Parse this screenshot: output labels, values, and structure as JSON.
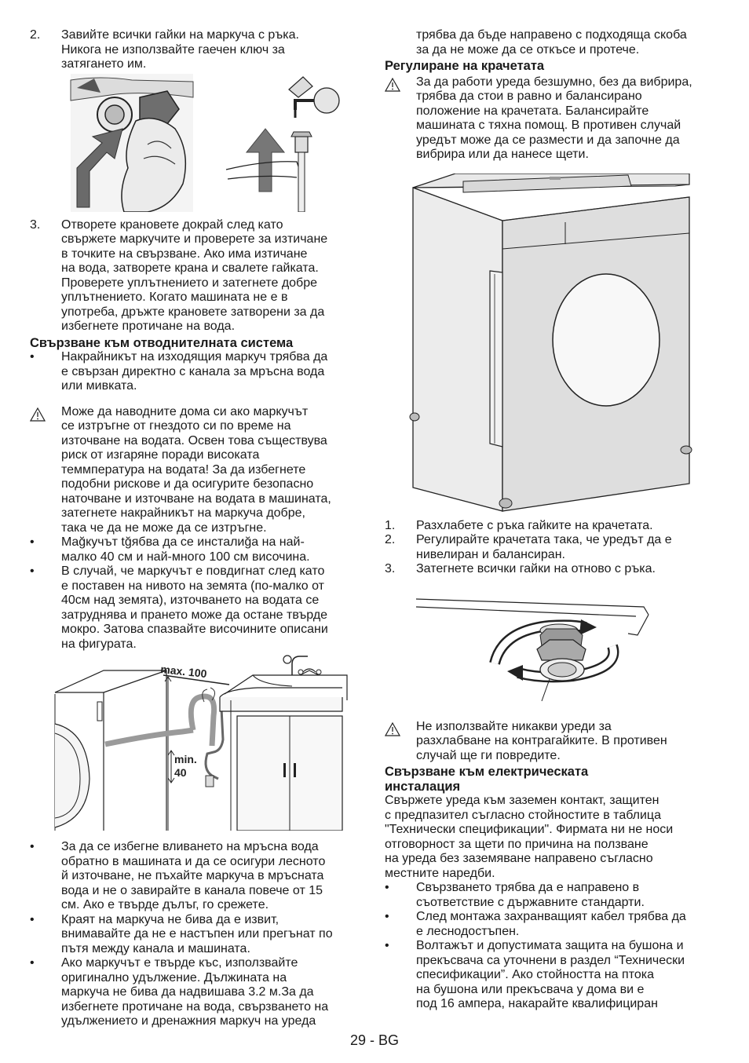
{
  "left": {
    "step2": {
      "num": "2.",
      "lines": [
        "Завийте всички гайки на маркуча с ръка.",
        "Никога не използвайте гаечен ключ за",
        "затягането им."
      ]
    },
    "step3": {
      "num": "3.",
      "lines": [
        "Отворете крановете докрай след като",
        "свържете маркучите и проверете за изтичане",
        "в точките на свързване. Ако има изтичане",
        "на вода, затворете крана и свалете гайката.",
        "Проверете уплътнението и затегнете добре",
        "уплътнението. Когато машината не е в",
        "употреба, дръжте крановете затворени за да",
        "избегнете протичане на вода."
      ]
    },
    "drain_heading": "Свързване към отводнителната система",
    "bullet_mark": "•",
    "bullet1": [
      "Накрайникът на изходящия маркуч трябва да",
      "е свързан директно с канала за мръсна вода",
      "или мивката."
    ],
    "warning1": [
      "Може да наводните дома си ако маркучът",
      "се изтръгне от гнездото си по време на",
      "източване на водата. Освен това съществува",
      "риск от изгаряне поради високата",
      "теммпература на водата! За да избегнете",
      "подобни рискове и да осигурите безопасно",
      "наточване и източване на водата в машината,",
      "затегнете накрайникът на маркуча добре,",
      "така че да не може да се изтръгне."
    ],
    "bullet2": [
      "Mağкучът tğябва да се инсталиğa на най-",
      "малко 40 cм и най-много 100 cм височина."
    ],
    "bullet3": [
      "В случай, че маркучът е повдигнат след като",
      "е поставен на нивото на земята (по-малко от",
      "40см над земята), източването на водата се",
      "затруднява и прането може да остане твърде",
      "мокро. Затова спазвайте височините описани",
      "на фигурата."
    ],
    "fig_max_label": "max. 100",
    "fig_min_label": "min.",
    "fig_min_value": "40",
    "bullet4": [
      "За да се избегне вливането на мръсна вода",
      "обратно в машината и да се осигури лесното",
      "й източване, не пъхайте маркуча в мръсната",
      "вода и не о завирайте в канала повече от 15",
      "см. Ако е твърде дълъг, го срежете."
    ],
    "bullet5": [
      "Краят на маркуча не бива да е извит,",
      "внимавайте да не е настъпен или прегънат по",
      "пътя между канала и машината."
    ],
    "bullet6": [
      "Ако маркучът е твърде къс, използвайте",
      "оригинално удължение. Дължината на",
      "маркуча не бива да надвишава 3.2 м.За да",
      "избегнете протичане на вода, свързването на",
      "удължението и дренажния маркуч на уреда"
    ]
  },
  "right": {
    "continuation": [
      "трябва да бъде направено с подходяща скоба",
      "за да не може да се откъсе и протече."
    ],
    "feet_heading": "Регулиране на крачетата",
    "warning_feet": [
      "За да работи уреда безшумно, без да вибрира,",
      "трябва да стои в равно и балансирано",
      "положение на крачетата.  Балансирайте",
      "машината с тяхна помощ. В противен случай",
      "уредът може да се размести и да започне да",
      "вибрира или да нанесе щети."
    ],
    "steps": [
      {
        "num": "1.",
        "lines": [
          "Разхлабете с ръка гайките на крачетата."
        ]
      },
      {
        "num": "2.",
        "lines": [
          "Регулирайте крачетата така, че уредът да е",
          "нивелиран и балансиран."
        ]
      },
      {
        "num": "3.",
        "lines": [
          "Затегнете всички гайки на отново с ръка."
        ]
      }
    ],
    "warning_tools": [
      "Не използвайте никакви уреди за",
      "разхлабване на контрагайките. В противен",
      "случай ще ги повредите."
    ],
    "electric_heading": [
      "Свързване към електрическата",
      "инсталация"
    ],
    "electric_para": [
      "Свържете уреда към заземен контакт, защитен",
      "с предпазител съгласно стойностите в таблица",
      "\"Технически спецификации\". Фирмата ни не носи",
      "отговорност за щети по причина на ползване",
      "на уреда без заземяване направено съгласно",
      "местните наредби."
    ],
    "bullet_mark": "•",
    "ebullet1": [
      "Свързването трябва да е направено в",
      "съответствие с държавните стандарти."
    ],
    "ebullet2": [
      "След монтажа захранващият кабел трябва да",
      "е леснодостъпен."
    ],
    "ebullet3": [
      "Волтажът и допустимата защита на бушона и",
      "прекъсвача са уточнени в раздел “Технически",
      "спесификации”. Ако стойността на птока",
      "на бушона или прекъсвача у дома ви е",
      "под 16 ампера, накарайте квалифициран"
    ]
  },
  "footer": {
    "page": "29 - BG"
  }
}
